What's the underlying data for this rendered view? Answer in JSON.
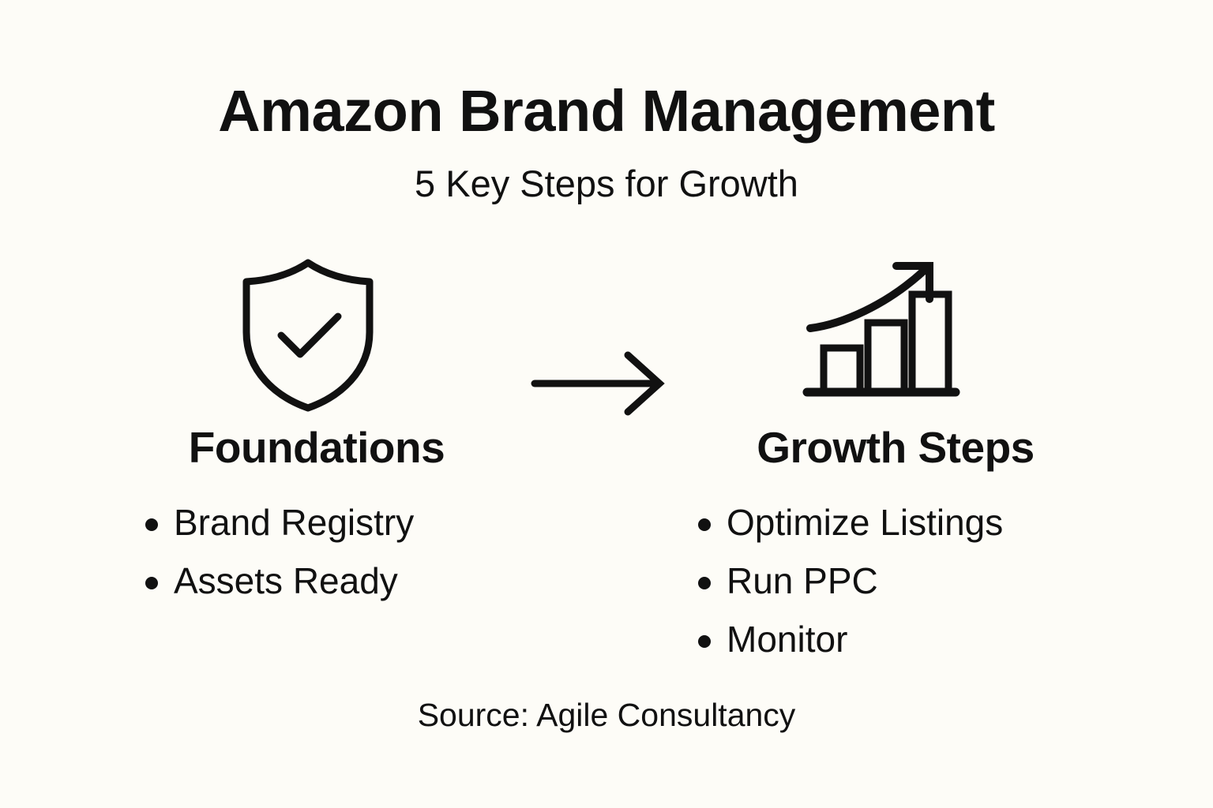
{
  "header": {
    "title": "Amazon Brand Management",
    "subtitle": "5 Key Steps for Growth"
  },
  "colors": {
    "background": "#FDFCF7",
    "ink": "#111111"
  },
  "icons": {
    "shield": "shield-check-icon",
    "arrow": "arrow-right-icon",
    "bars": "bar-chart-growth-icon"
  },
  "columns": [
    {
      "heading": "Foundations",
      "icon": "shield-check-icon",
      "items": [
        "Brand Registry",
        "Assets Ready"
      ]
    },
    {
      "heading": "Growth Steps",
      "icon": "bar-chart-growth-icon",
      "items": [
        "Optimize Listings",
        "Run PPC",
        "Monitor"
      ]
    }
  ],
  "footer": {
    "source": "Source: Agile Consultancy"
  }
}
